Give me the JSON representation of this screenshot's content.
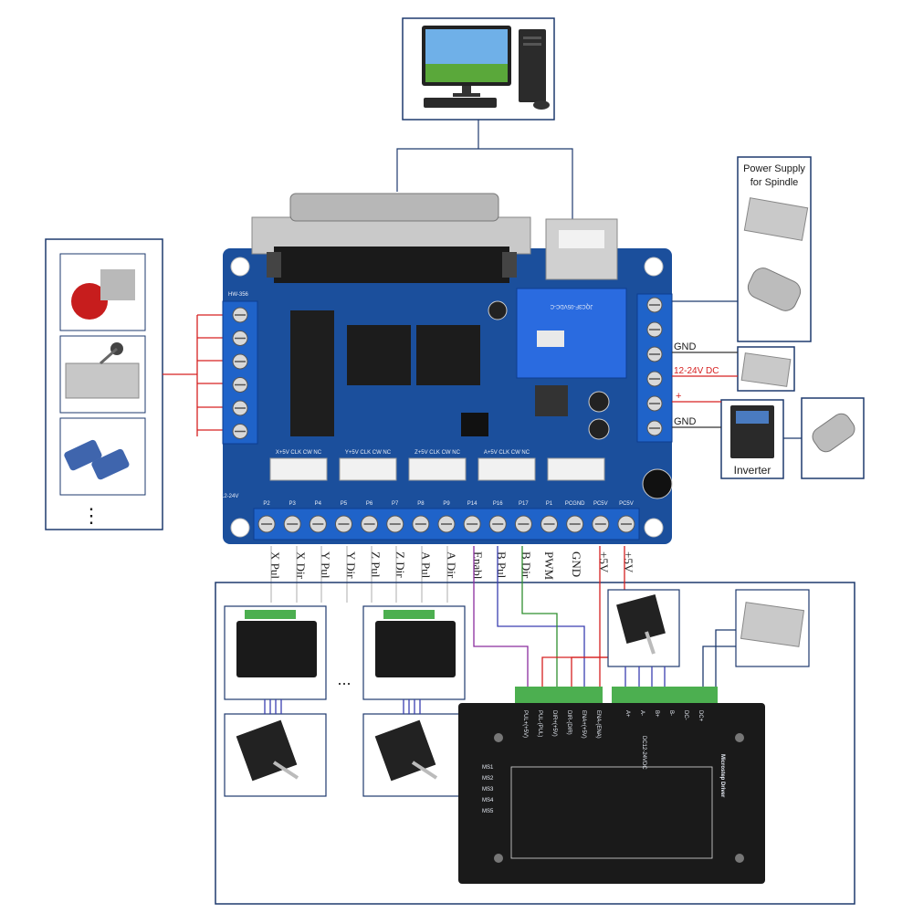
{
  "board": {
    "model": "HW-356",
    "relay_text": "JQC3F-05VDC-C",
    "power_label": "12-24V",
    "bottom_pins": [
      "P2",
      "P3",
      "P4",
      "P5",
      "P6",
      "P7",
      "P8",
      "P9",
      "P14",
      "P16",
      "P17",
      "P1",
      "PCGND",
      "PC5V",
      "PC5V"
    ],
    "axis_headers": [
      "X+5V CLK CW NC",
      "Y+5V CLK CW NC",
      "Z+5V CLK CW NC",
      "A+5V CLK CW NC"
    ]
  },
  "supply_box": {
    "title_line1": "Power Supply",
    "title_line2": "for Spindle"
  },
  "right_labels": {
    "gnd_top": "GND",
    "dc_input": "12-24V DC",
    "plus": "+",
    "gnd_bottom": "GND",
    "inverter": "Inverter"
  },
  "input_box": {
    "ellipsis": "⋮"
  },
  "output_labels": [
    "X Pul",
    "X Dir",
    "Y Pul",
    "Y Dir",
    "Z Pul",
    "Z Dir",
    "A Pul",
    "A Dir",
    "Enabl",
    "B Pul",
    "B Dir",
    "PWM",
    "GND",
    "+5V",
    "+5V"
  ],
  "driver": {
    "title": "Microstep Driver",
    "supply": "DC12-24VDC",
    "left_terminals": [
      "ENA-(ENA)",
      "ENA+(+5V)",
      "DIR-(DIR)",
      "DIR+(+5V)",
      "PUL-(PUL)",
      "PUL+(+5V)"
    ],
    "right_terminals": [
      "A+",
      "A-",
      "B+",
      "B-",
      "DC-",
      "DC+"
    ],
    "ms_labels": [
      "MS1",
      "MS2",
      "MS3",
      "MS4",
      "MS5"
    ]
  },
  "ellipsis_mid": "...",
  "colors": {
    "board": "#1b4f9c",
    "terminal": "#1f63c9",
    "wire_purple": "#8a2d9e",
    "wire_blue": "#3a3fb0",
    "wire_green": "#2f8f2f",
    "wire_red": "#d62020",
    "frame": "#1e3a6e"
  }
}
